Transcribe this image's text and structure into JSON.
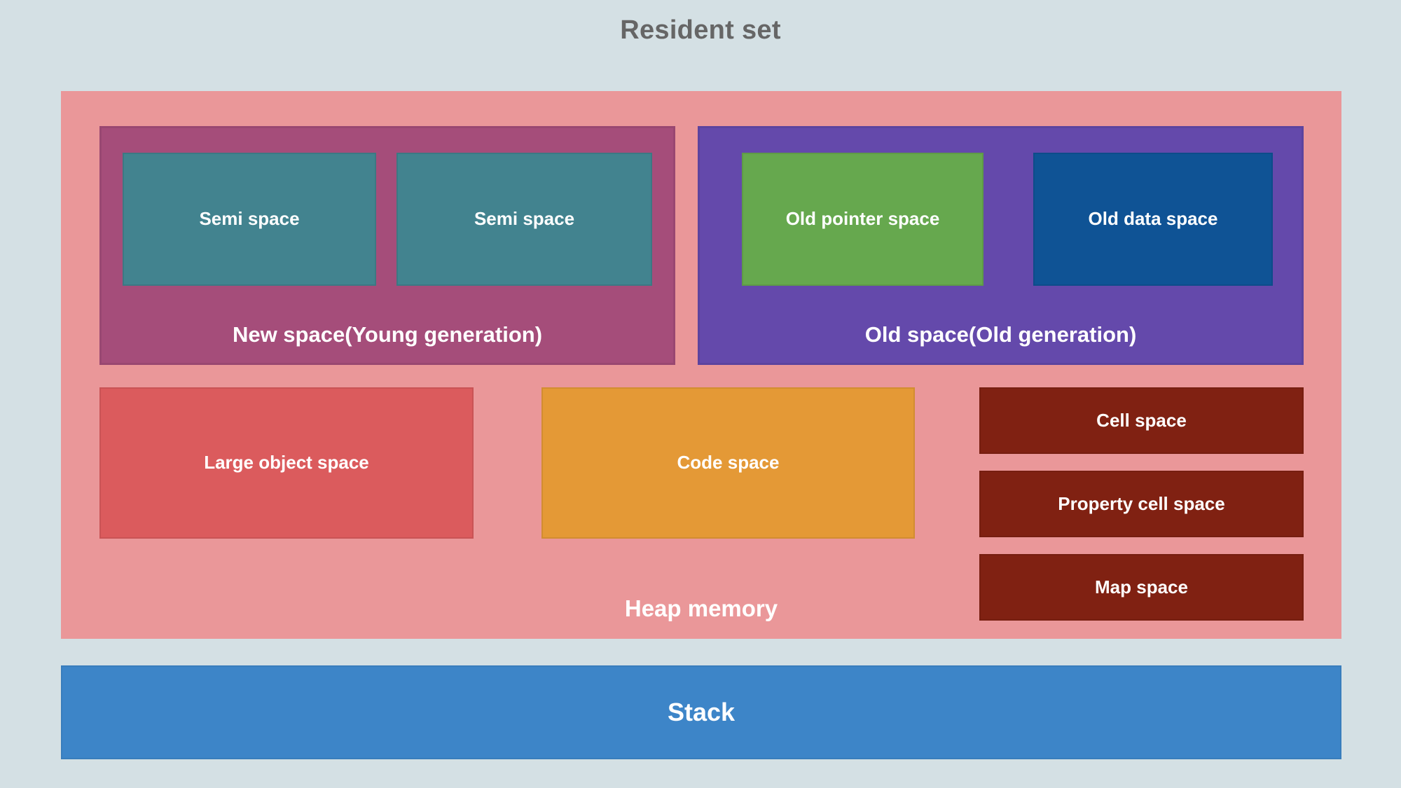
{
  "diagram": {
    "title": "Resident set",
    "title_color": "#666666",
    "background_color": "#d4e0e4"
  },
  "heap": {
    "label": "Heap memory",
    "color": "#ea9799",
    "generations": [
      {
        "name": "new-space",
        "label": "New space(Young generation)",
        "color": "#a54d7a",
        "children": [
          {
            "name": "semi-space-a",
            "label": "Semi space",
            "color": "#42838f"
          },
          {
            "name": "semi-space-b",
            "label": "Semi space",
            "color": "#42838f"
          }
        ]
      },
      {
        "name": "old-space",
        "label": "Old space(Old generation)",
        "color": "#6449ab",
        "children": [
          {
            "name": "old-pointer-space",
            "label": "Old pointer space",
            "color": "#66a84e"
          },
          {
            "name": "old-data-space",
            "label": "Old data space",
            "color": "#0f5395"
          }
        ]
      }
    ],
    "spaces": [
      {
        "name": "large-object-space",
        "label": "Large object space",
        "color": "#db5b5d"
      },
      {
        "name": "code-space",
        "label": "Code space",
        "color": "#e49936"
      }
    ],
    "small_spaces": [
      {
        "name": "cell-space",
        "label": "Cell space",
        "color": "#802112"
      },
      {
        "name": "property-cell-space",
        "label": "Property cell space",
        "color": "#802112"
      },
      {
        "name": "map-space",
        "label": "Map space",
        "color": "#802112"
      }
    ]
  },
  "stack": {
    "label": "Stack",
    "color": "#3d85c8"
  }
}
